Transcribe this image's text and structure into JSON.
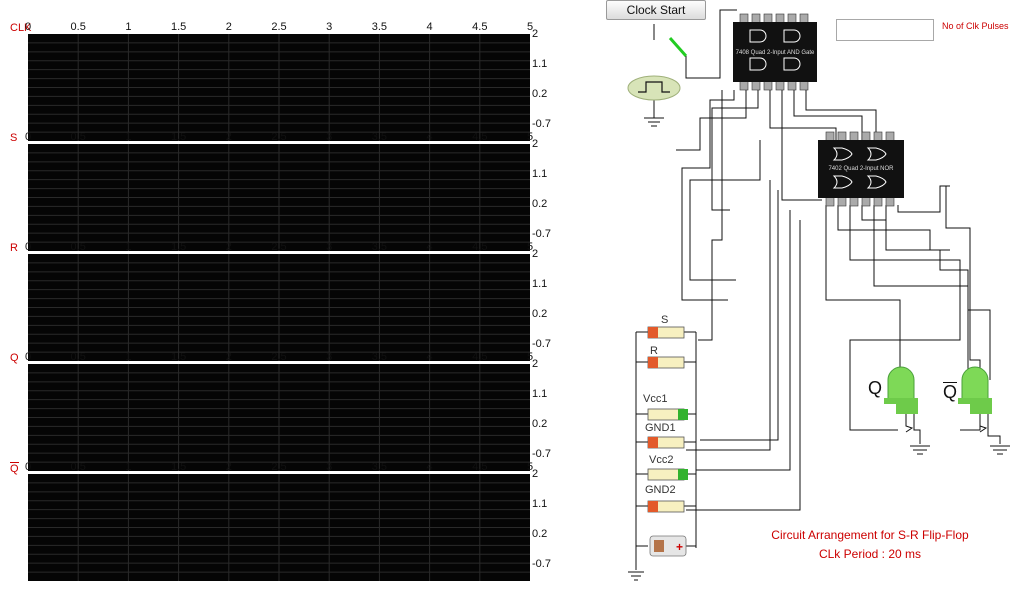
{
  "channels": [
    {
      "label": "CLK",
      "id": "clk"
    },
    {
      "label": "S",
      "id": "s"
    },
    {
      "label": "R",
      "id": "r"
    },
    {
      "label": "Q",
      "id": "q"
    },
    {
      "label": "Q",
      "id": "qbar"
    }
  ],
  "x_ticks": [
    "0",
    "0.5",
    "1",
    "1.5",
    "2",
    "2.5",
    "3",
    "3.5",
    "4",
    "4.5",
    "5"
  ],
  "y_ticks": [
    "2",
    "1.1",
    "0.2",
    "-0.7"
  ],
  "controls": {
    "clock_start_label": "Clock Start",
    "pulse_count_value": "",
    "pulse_count_label": "No of Clk Pulses"
  },
  "chips": {
    "and_gate_label": "7408 Quad 2-Input AND Gate",
    "nor_gate_label": "7402 Quad 2-Input NOR"
  },
  "components": {
    "s_label": "S",
    "r_label": "R",
    "vcc1_label": "Vcc1",
    "gnd1_label": "GND1",
    "vcc2_label": "Vcc2",
    "gnd2_label": "GND2",
    "led_q_label": "Q",
    "led_qbar_label": "Q"
  },
  "captions": {
    "line1": "Circuit Arrangement for S-R Flip-Flop",
    "line2": "CLk Period : 20 ms"
  },
  "colors": {
    "plot_bg": "#050505",
    "grid": "#2a2a2a",
    "accent_red": "#cc0000",
    "led_green": "#7ed957",
    "chip_black": "#111111",
    "wire": "#111111"
  }
}
